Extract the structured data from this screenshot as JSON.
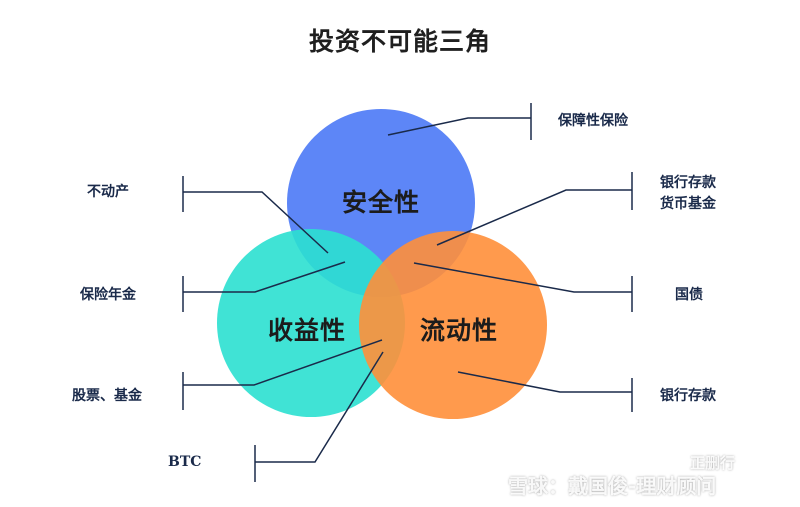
{
  "title": "投资不可能三角",
  "circles": {
    "top": {
      "label": "安全性",
      "color": "#4f7cf6"
    },
    "left": {
      "label": "收益性",
      "color": "#2be0d0"
    },
    "right": {
      "label": "流动性",
      "color": "#ff8f3a"
    }
  },
  "items": {
    "insurance_protection": "保障性保险",
    "real_estate": "不动产",
    "bank_deposit_money_fund_line1": "银行存款",
    "bank_deposit_money_fund_line2": "货币基金",
    "insurance_annuity": "保险年金",
    "treasury_bond": "国债",
    "stocks_funds": "股票、基金",
    "bank_deposit": "银行存款",
    "btc": "BTC"
  },
  "watermark": {
    "left": "雪球：戴国俊-理财顾问",
    "right": "正删行"
  },
  "colors": {
    "line": "#1a2a4a"
  }
}
